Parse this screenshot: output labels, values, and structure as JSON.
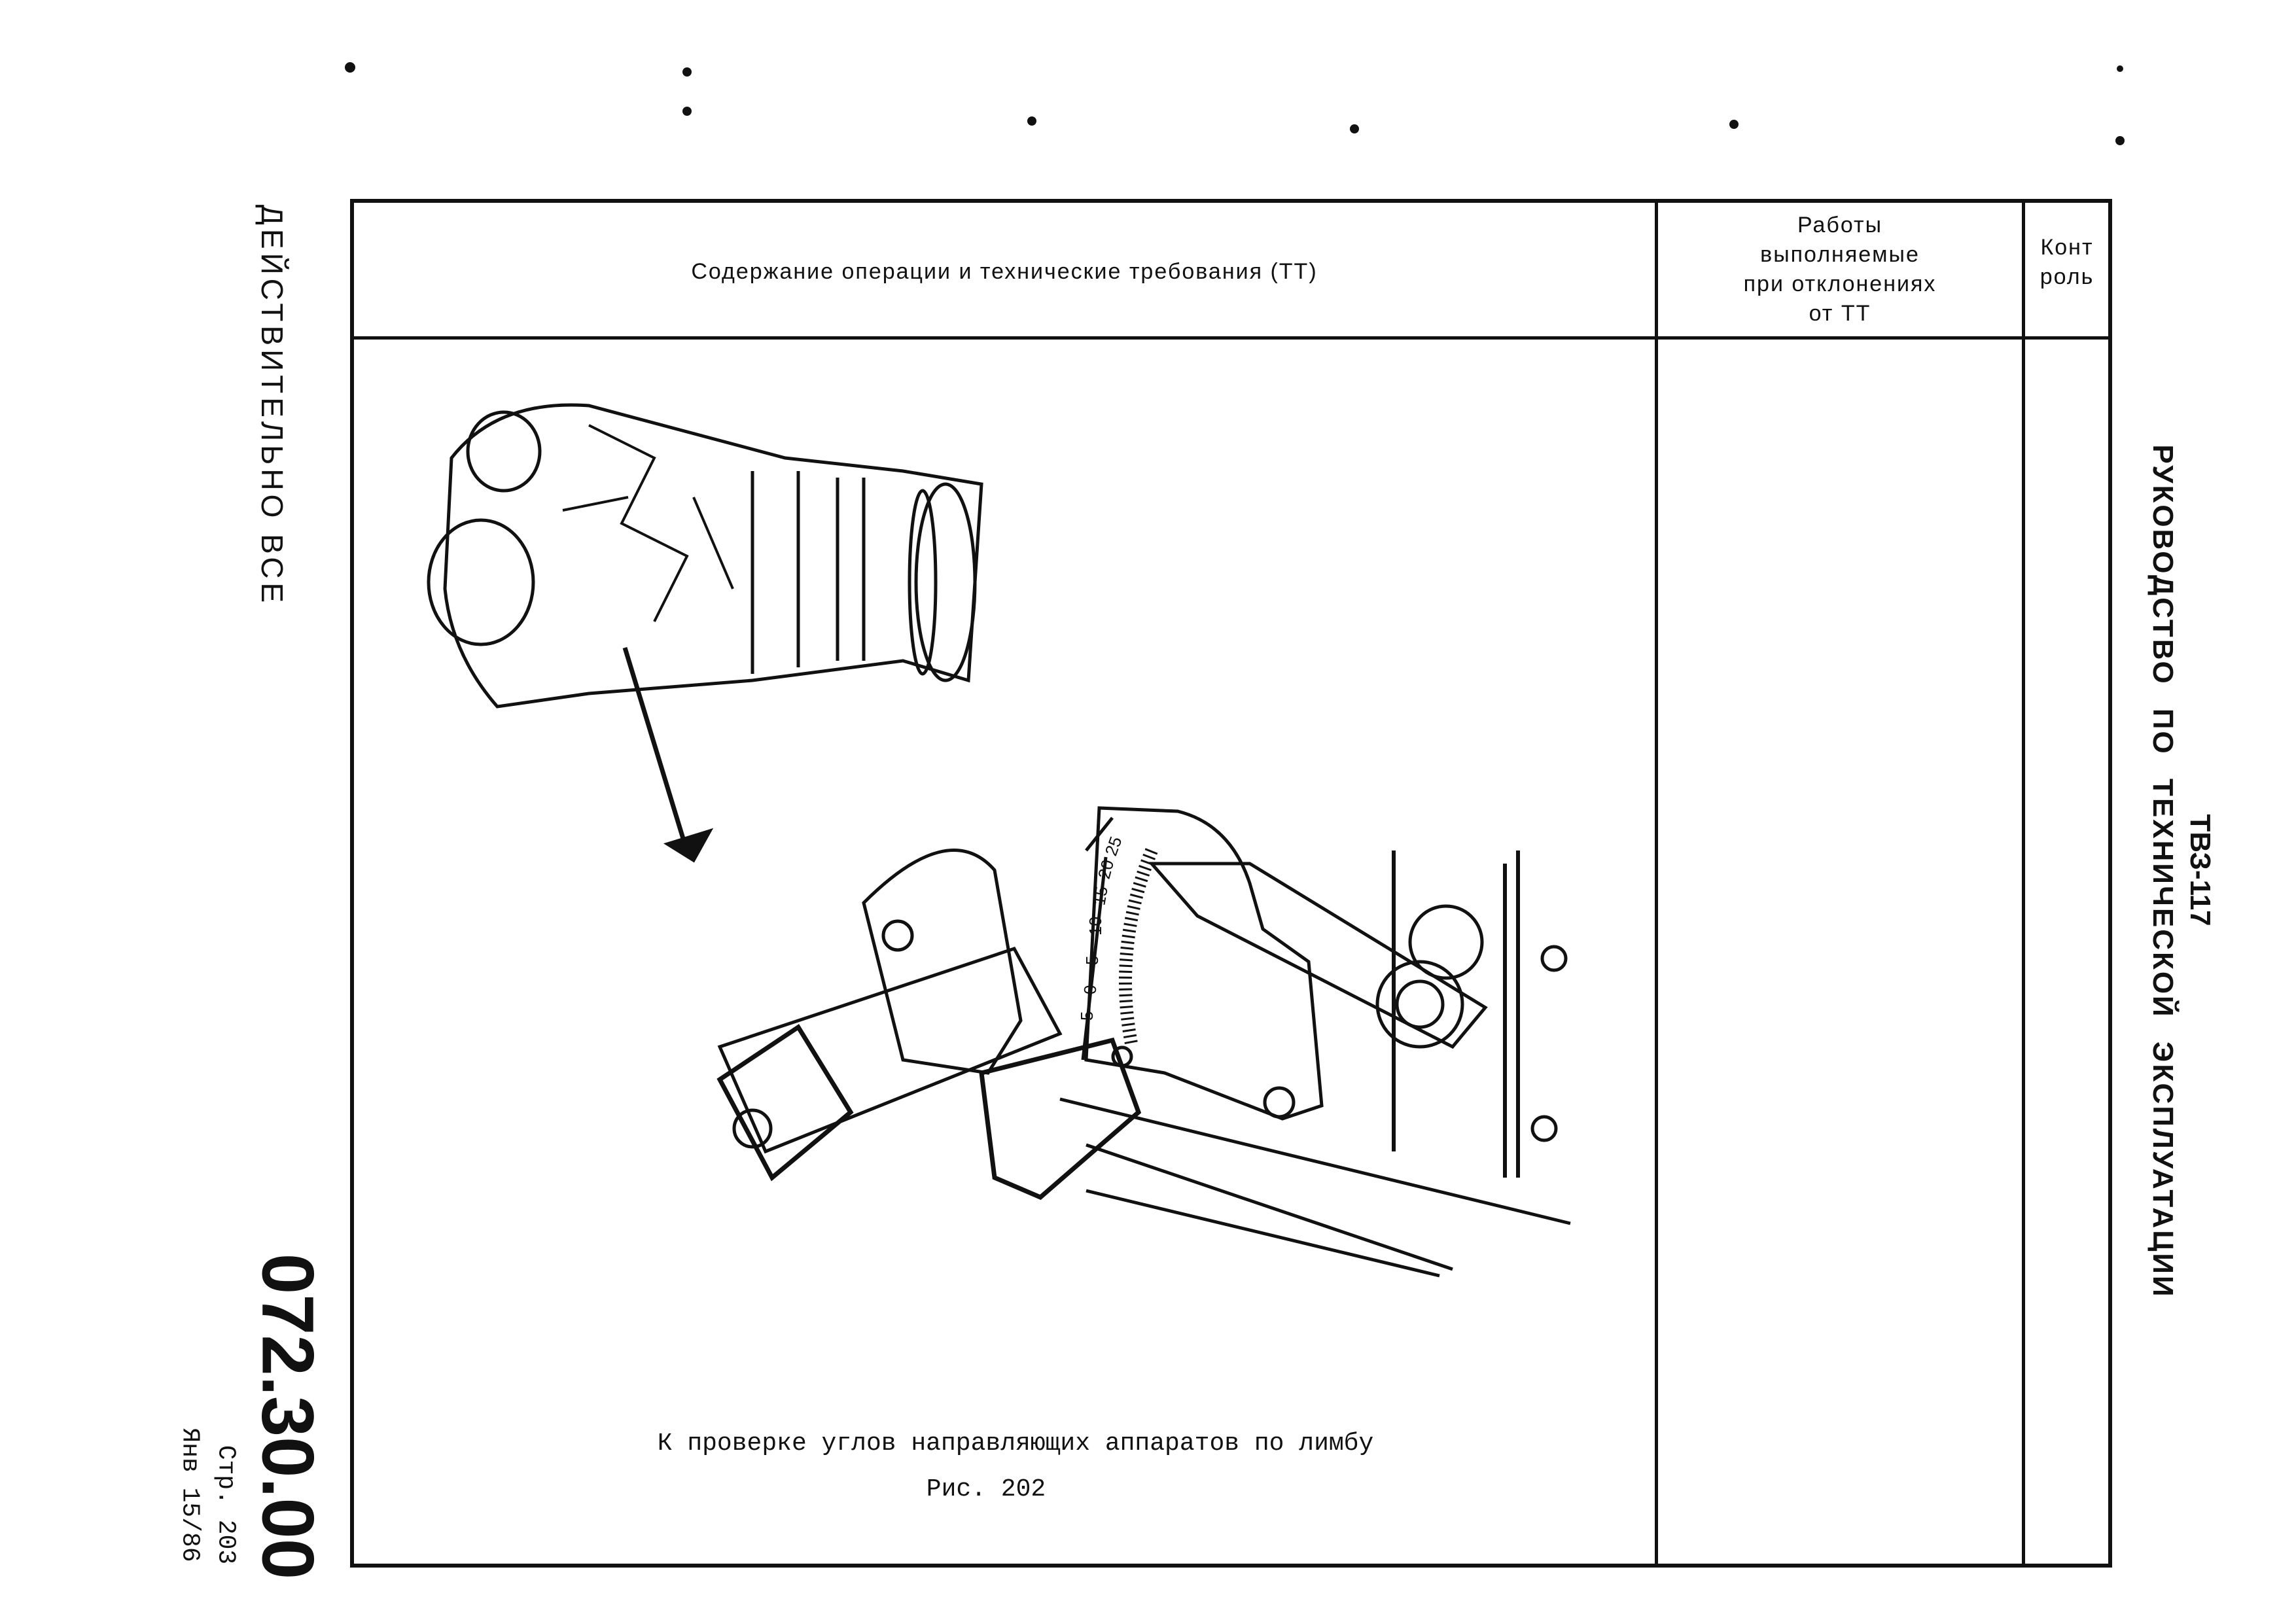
{
  "side_left": {
    "validity": "ДЕЙСТВИТЕЛЬНО ВСЕ",
    "section_number": "072.30.00",
    "page": "Стр. 203",
    "date": "Янв 15/86"
  },
  "side_right": {
    "engine": "ТВЗ-117",
    "manual_title": "РУКОВОДСТВО ПО ТЕХНИЧЕСКОЙ ЭКСПЛУАТАЦИИ"
  },
  "table": {
    "col_content": "Содержание операции и технические требования (ТТ)",
    "col_deviation_lines": [
      "Работы",
      "выполняемые",
      "при отклонениях",
      "от ТТ"
    ],
    "col_control_lines": [
      "Конт",
      "роль"
    ]
  },
  "figure": {
    "caption": "К проверке углов направляющих аппаратов по лимбу",
    "label": "Рис. 202",
    "scale_labels": [
      "5",
      "0",
      "5",
      "10",
      "15",
      "20",
      "25"
    ]
  }
}
